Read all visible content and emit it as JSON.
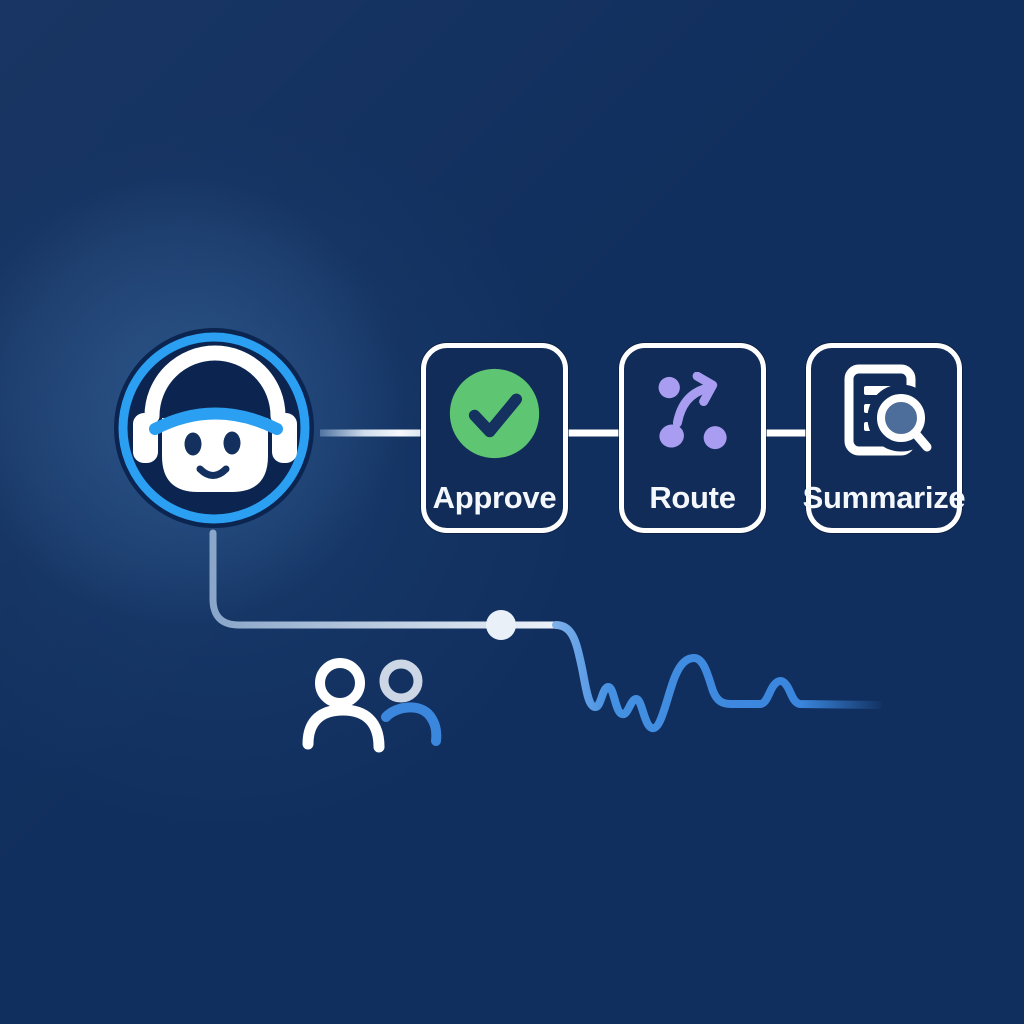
{
  "canvas": {
    "background_color": "#112f5e",
    "accent_blue": "#2b9ff2",
    "wave_blue": "#3c87de"
  },
  "agent": {
    "icon": "headset-bot-avatar-icon",
    "ring_color": "#2b9ff2",
    "visor_color": "#2b9ff2",
    "face_color": "#ffffff"
  },
  "steps": [
    {
      "label": "Approve",
      "icon": "check-circle-icon",
      "icon_color": "#5ec672"
    },
    {
      "label": "Route",
      "icon": "route-arrow-icon",
      "icon_color": "#a89df1"
    },
    {
      "label": "Summarize",
      "icon": "document-search-icon",
      "icon_color": "#ffffff",
      "lens_color": "#4d6d9a"
    }
  ],
  "decorations": {
    "connector_dot": "white-circle-node",
    "users_icon": "two-people-icon",
    "waveform_icon": "audio-waveform-line",
    "left_user_color": "#ffffff",
    "right_user_head_color": "#ccd6e4",
    "right_user_shoulder_color": "#3c87de"
  }
}
